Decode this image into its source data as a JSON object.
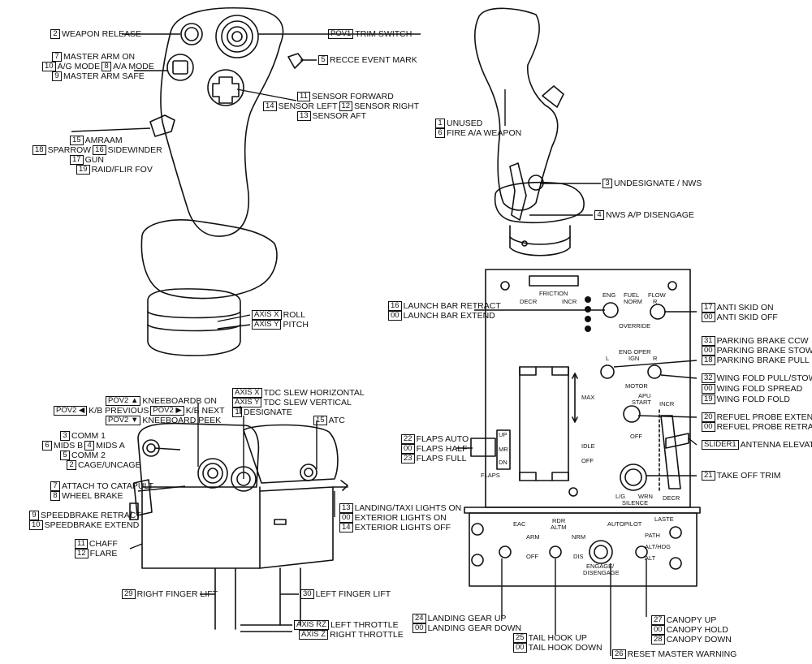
{
  "joystick": {
    "weapon_release": {
      "id": "2",
      "text": "WEAPON RELEASE"
    },
    "trim_switch": {
      "id": "POV1",
      "text": "TRIM SWITCH"
    },
    "master_arm_on": {
      "id": "7",
      "text": "MASTER ARM ON"
    },
    "ag_mode": {
      "id": "10",
      "text": "A/G MODE"
    },
    "aa_mode": {
      "id": "8",
      "text": "A/A MODE"
    },
    "master_arm_safe": {
      "id": "9",
      "text": "MASTER ARM SAFE"
    },
    "recce_event_mark": {
      "id": "5",
      "text": "RECCE EVENT MARK"
    },
    "sensor_forward": {
      "id": "11",
      "text": "SENSOR FORWARD"
    },
    "sensor_left": {
      "id": "14",
      "text": "SENSOR LEFT"
    },
    "sensor_right": {
      "id": "12",
      "text": "SENSOR RIGHT"
    },
    "sensor_aft": {
      "id": "13",
      "text": "SENSOR AFT"
    },
    "amraam": {
      "id": "15",
      "text": "AMRAAM"
    },
    "sparrow": {
      "id": "18",
      "text": "SPARROW"
    },
    "sidewinder": {
      "id": "16",
      "text": "SIDEWINDER"
    },
    "gun": {
      "id": "17",
      "text": "GUN"
    },
    "raid_flir": {
      "id": "19",
      "text": "RAID/FLIR FOV"
    },
    "axis_x": {
      "id": "AXIS X",
      "text": "ROLL"
    },
    "axis_y": {
      "id": "AXIS Y",
      "text": "PITCH"
    },
    "unused": {
      "id": "1",
      "text": "UNUSED"
    },
    "fire_aa": {
      "id": "6",
      "text": "FIRE A/A WEAPON"
    },
    "undesignate": {
      "id": "3",
      "text": "UNDESIGNATE / NWS"
    },
    "nws_ap": {
      "id": "4",
      "text": "NWS A/P DISENGAGE"
    }
  },
  "throttle": {
    "kneeboard_on": {
      "id": "POV2 ▲",
      "text": "KNEEBOARDB ON"
    },
    "kb_previous": {
      "id": "POV2 ◀",
      "text": "K/B PREVIOUS"
    },
    "kb_next": {
      "id": "POV2 ▶",
      "text": "K/B NEXT"
    },
    "kneeboard_peek": {
      "id": "POV2 ▼",
      "text": "KNEEBOARD PEEK"
    },
    "tdc_h": {
      "id": "AXIS X",
      "text": "TDC SLEW HORIZONTAL"
    },
    "tdc_v": {
      "id": "AXIS Y",
      "text": "TDC SLEW VERTICAL"
    },
    "designate": {
      "id": "1",
      "text": "DESIGNATE"
    },
    "atc": {
      "id": "15",
      "text": "ATC"
    },
    "comm1": {
      "id": "3",
      "text": "COMM 1"
    },
    "mids_b": {
      "id": "6",
      "text": "MIDS B"
    },
    "mids_a": {
      "id": "4",
      "text": "MIDS A"
    },
    "comm2": {
      "id": "5",
      "text": "COMM 2"
    },
    "cage": {
      "id": "2",
      "text": "CAGE/UNCAGE"
    },
    "catapult": {
      "id": "7",
      "text": "ATTACH TO CATAPULT"
    },
    "wheel_brake": {
      "id": "8",
      "text": "WHEEL BRAKE"
    },
    "speedbrake_ret": {
      "id": "9",
      "text": "SPEEDBRAKE RETRACT"
    },
    "speedbrake_ext": {
      "id": "10",
      "text": "SPEEDBRAKE EXTEND"
    },
    "chaff": {
      "id": "11",
      "text": "CHAFF"
    },
    "flare": {
      "id": "12",
      "text": "FLARE"
    },
    "landing_lights": {
      "id": "13",
      "text": "LANDING/TAXI LIGHTS ON"
    },
    "ext_lights_on": {
      "id": "00",
      "text": "EXTERIOR LIGHTS ON"
    },
    "ext_lights_off": {
      "id": "14",
      "text": "EXTERIOR LIGHTS OFF"
    },
    "right_finger": {
      "id": "29",
      "text": "RIGHT FINGER LIFT"
    },
    "left_finger": {
      "id": "30",
      "text": "LEFT FINGER LIFT"
    },
    "left_throttle": {
      "id": "AXIS RZ",
      "text": "LEFT THROTTLE"
    },
    "right_throttle": {
      "id": "AXIS Z",
      "text": "RIGHT THROTTLE"
    }
  },
  "panel": {
    "launch_bar_ret": {
      "id": "16",
      "text": "LAUNCH BAR RETRACT"
    },
    "launch_bar_ext": {
      "id": "00",
      "text": "LAUNCH BAR EXTEND"
    },
    "anti_skid_on": {
      "id": "17",
      "text": "ANTI SKID ON"
    },
    "anti_skid_off": {
      "id": "00",
      "text": "ANTI SKID OFF"
    },
    "pb_ccw": {
      "id": "31",
      "text": "PARKING BRAKE CCW"
    },
    "pb_stow": {
      "id": "00",
      "text": "PARKING BRAKE STOW"
    },
    "pb_pull": {
      "id": "18",
      "text": "PARKING BRAKE PULL"
    },
    "wf_pull": {
      "id": "32",
      "text": "WING FOLD PULL/STOW"
    },
    "wf_spread": {
      "id": "00",
      "text": "WING FOLD SPREAD"
    },
    "wf_fold": {
      "id": "19",
      "text": "WING FOLD FOLD"
    },
    "refuel_ext": {
      "id": "20",
      "text": "REFUEL PROBE EXTEND"
    },
    "refuel_ret": {
      "id": "00",
      "text": "REFUEL PROBE RETRACT"
    },
    "antenna": {
      "id": "SLIDER1",
      "text": "ANTENNA ELEVATION"
    },
    "flaps_auto": {
      "id": "22",
      "text": "FLAPS AUTO"
    },
    "flaps_half": {
      "id": "00",
      "text": "FLAPS HALF"
    },
    "flaps_full": {
      "id": "23",
      "text": "FLAPS FULL"
    },
    "takeoff_trim": {
      "id": "21",
      "text": "TAKE OFF TRIM"
    },
    "gear_up": {
      "id": "24",
      "text": "LANDING GEAR UP"
    },
    "gear_down": {
      "id": "00",
      "text": "LANDING GEAR DOWN"
    },
    "hook_up": {
      "id": "25",
      "text": "TAIL HOOK UP"
    },
    "hook_down": {
      "id": "00",
      "text": "TAIL HOOK DOWN"
    },
    "reset_master": {
      "id": "26",
      "text": "RESET MASTER WARNING"
    },
    "canopy_up": {
      "id": "27",
      "text": "CANOPY UP"
    },
    "canopy_hold": {
      "id": "00",
      "text": "CANOPY HOLD"
    },
    "canopy_down": {
      "id": "28",
      "text": "CANOPY DOWN"
    },
    "legend": {
      "friction": "FRICTION",
      "decr": "DECR",
      "incr": "INCR",
      "eng": "ENG",
      "fuel": "FUEL",
      "norm": "NORM",
      "flow": "FLOW",
      "r": "R",
      "override": "OVERRIDE",
      "eng_oper": "ENG OPER",
      "ign": "IGN",
      "l": "L",
      "norm_v": "NORM",
      "motor": "MOTOR",
      "max": "MAX",
      "idle": "IDLE",
      "off": "OFF",
      "apu": "APU",
      "start": "START",
      "incr2": "INCR",
      "decr2": "DECR",
      "apu_off": "OFF",
      "up": "UP",
      "mr": "MR",
      "dn": "DN",
      "flaps": "FLAPS",
      "lg": "L/G",
      "wrn": "WRN",
      "silence": "SILENCE",
      "eac": "EAC",
      "arm": "ARM",
      "eac_off": "OFF",
      "rdr": "RDR",
      "altm": "ALTM",
      "nrm": "NRM",
      "dis": "DIS",
      "autopilot": "AUTOPILOT",
      "laste": "LASTE",
      "path": "PATH",
      "althdg": "ALT/HDG",
      "alt": "ALT",
      "engage": "ENGAGE/",
      "disengage": "DISENGAGE"
    }
  }
}
